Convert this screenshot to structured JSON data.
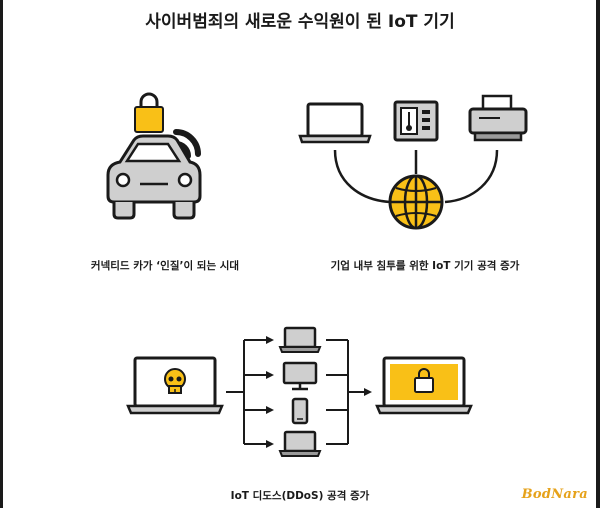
{
  "title": "사이버범죄의 새로운 수익원이 된 IoT 기기",
  "captions": {
    "car": "커넥티드 카가 ‘인질’이 되는 시대",
    "enterprise": "기업 내부 침투를 위한 IoT 기기 공격 증가",
    "ddos": "IoT 디도스(DDoS) 공격 증가"
  },
  "watermark": "BodNara",
  "colors": {
    "accent": "#f9c017",
    "outline": "#1a1a1a",
    "gray": "#cfcfcf",
    "dark_gray": "#9a9a9a"
  },
  "icons": [
    "padlock-icon",
    "car-icon",
    "wifi-signal-icon",
    "laptop-icon",
    "thermostat-icon",
    "printer-icon",
    "globe-icon",
    "skull-laptop-icon",
    "monitor-icon",
    "smartphone-icon",
    "locked-laptop-icon"
  ]
}
